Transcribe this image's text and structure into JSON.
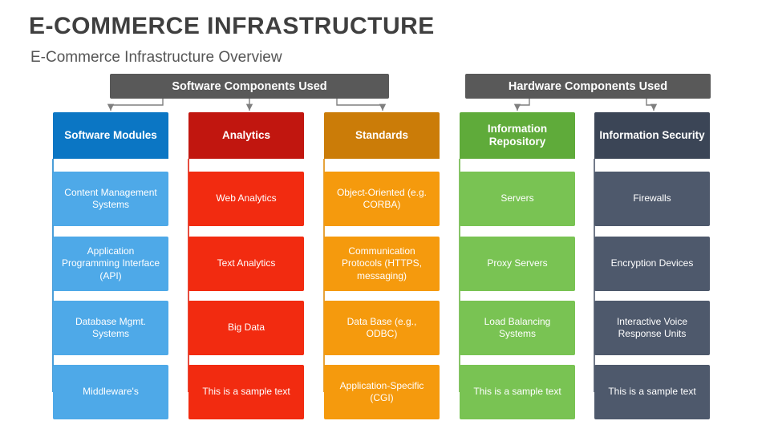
{
  "page": {
    "title": "E-COMMERCE INFRASTRUCTURE",
    "subtitle": "E-Commerce Infrastructure Overview"
  },
  "banners": [
    {
      "label": "Software Components Used",
      "color": "#595959"
    },
    {
      "label": "Hardware Components Used",
      "color": "#595959"
    }
  ],
  "columns": [
    {
      "header": "Software Modules",
      "header_color": "#0b76c4",
      "cell_color": "#4ea9e8",
      "connector_color": "#1d86cf",
      "items": [
        "Content Management Systems",
        "Application Programming Interface (API)",
        "Database Mgmt. Systems",
        "Middleware's"
      ]
    },
    {
      "header": "Analytics",
      "header_color": "#c1160f",
      "cell_color": "#f22b10",
      "connector_color": "#e02110",
      "items": [
        "Web Analytics",
        "Text Analytics",
        "Big Data",
        "This is a sample text"
      ]
    },
    {
      "header": "Standards",
      "header_color": "#cb7c08",
      "cell_color": "#f59a0d",
      "connector_color": "#e08c0b",
      "items": [
        "Object-Oriented (e.g. CORBA)",
        "Communication Protocols (HTTPS, messaging)",
        "Data Base (e.g., ODBC)",
        "Application-Specific (CGI)"
      ]
    },
    {
      "header": "Information Repository",
      "header_color": "#5fab3a",
      "cell_color": "#79c353",
      "connector_color": "#6ab544",
      "items": [
        "Servers",
        "Proxy Servers",
        "Load Balancing Systems",
        "This is a sample text"
      ]
    },
    {
      "header": "Information Security",
      "header_color": "#3b4556",
      "cell_color": "#4e596c",
      "connector_color": "#4e596c",
      "items": [
        "Firewalls",
        "Encryption Devices",
        "Interactive Voice Response Units",
        "This is a sample text"
      ]
    }
  ]
}
